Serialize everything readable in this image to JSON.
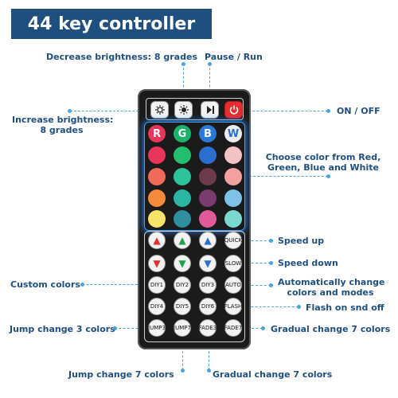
{
  "title": "44 key controller",
  "labels": {
    "decrease_brightness": "Decrease brightness: 8 grades",
    "pause_run": "Pause / Run",
    "increase_brightness_line1": "Increase brightness:",
    "increase_brightness_line2": "8 grades",
    "on_off": "ON / OFF",
    "choose_color_line1": "Choose color from Red,",
    "choose_color_line2": "Green, Blue and White",
    "speed_up": "Speed up",
    "speed_down": "Speed down",
    "custom_colors": "Custom colors",
    "auto_change_line1": "Automatically change",
    "auto_change_line2": "colors and modes",
    "flash": "Flash on snd off",
    "jump3": "Jump change 3 colors",
    "gradual7_right": "Gradual change 7 colors",
    "jump7": "Jump change 7 colors",
    "gradual7_bottom": "Gradual change 7 colors"
  },
  "remote": {
    "rgbw": [
      "R",
      "G",
      "B",
      "W"
    ],
    "colors": {
      "R": "#e8365a",
      "G": "#19b36b",
      "B": "#2a78d8",
      "W": "#ececec"
    },
    "color_grid": [
      [
        "#e8365a",
        "#22c06e",
        "#2a6fd0",
        "#f4c2c2"
      ],
      [
        "#f06a5a",
        "#2ec39a",
        "#6c3a4a",
        "#f3a0a0"
      ],
      [
        "#f58a3c",
        "#2bb7a3",
        "#7a3b6e",
        "#7ec2e8"
      ],
      [
        "#f6e36a",
        "#2f8fa1",
        "#e05a9a",
        "#7ad8d0"
      ]
    ],
    "buttons": {
      "quick": "QUICK",
      "slow": "SLOW",
      "diy1": "DIY1",
      "diy2": "DIY2",
      "diy3": "DIY3",
      "auto": "AUTO",
      "diy4": "DIY4",
      "diy5": "DIY5",
      "diy6": "DIY6",
      "flash": "FLASH",
      "jump3": "JUMP3",
      "jump7": "JUMP7",
      "fade3": "FADE3",
      "fade7": "FADE7"
    },
    "arrow_colors": {
      "red": "#e52d2d",
      "green": "#1fa34a",
      "blue": "#2a6fd0"
    }
  }
}
